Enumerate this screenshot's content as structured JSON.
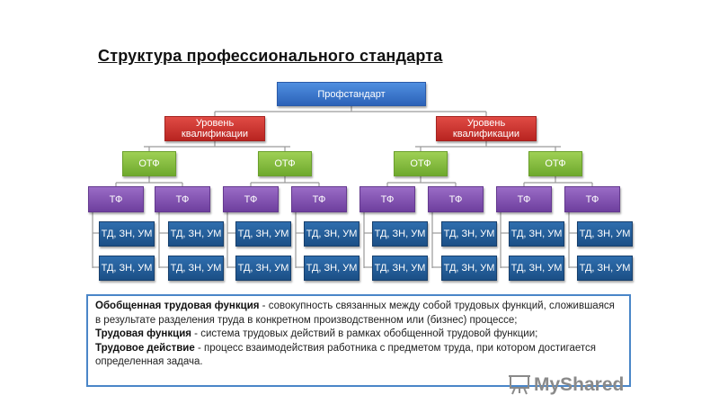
{
  "title": "Структура профессионального стандарта",
  "tree": {
    "root": "Профстандарт",
    "levels": [
      {
        "label": "Уровень квалификации",
        "otfs": [
          {
            "label": "ОТФ",
            "tfs": [
              {
                "label": "ТФ",
                "leaves": [
                  "ТД, ЗН, УМ",
                  "ТД, ЗН, УМ"
                ]
              },
              {
                "label": "ТФ",
                "leaves": [
                  "ТД, ЗН, УМ",
                  "ТД, ЗН, УМ"
                ]
              }
            ]
          },
          {
            "label": "ОТФ",
            "tfs": [
              {
                "label": "ТФ",
                "leaves": [
                  "ТД, ЗН, УМ",
                  "ТД, ЗН, УМ"
                ]
              },
              {
                "label": "ТФ",
                "leaves": [
                  "ТД, ЗН, УМ",
                  "ТД, ЗН, УМ"
                ]
              }
            ]
          }
        ]
      },
      {
        "label": "Уровень квалификации",
        "otfs": [
          {
            "label": "ОТФ",
            "tfs": [
              {
                "label": "ТФ",
                "leaves": [
                  "ТД, ЗН, УМ",
                  "ТД, ЗН, УМ"
                ]
              },
              {
                "label": "ТФ",
                "leaves": [
                  "ТД, ЗН, УМ",
                  "ТД, ЗН, УМ"
                ]
              }
            ]
          },
          {
            "label": "ОТФ",
            "tfs": [
              {
                "label": "ТФ",
                "leaves": [
                  "ТД, ЗН, УМ",
                  "ТД, ЗН, УМ"
                ]
              },
              {
                "label": "ТФ",
                "leaves": [
                  "ТД, ЗН, УМ",
                  "ТД, ЗН, УМ"
                ]
              }
            ]
          }
        ]
      }
    ]
  },
  "definitions": [
    {
      "term": "Обобщенная трудовая функция",
      "text": " - совокупность связанных между собой трудовых функций, сложившаяся в результате разделения труда в конкретном производственном или (бизнес) процессе;"
    },
    {
      "term": "Трудовая функция",
      "text": " - система трудовых действий в рамках обобщенной трудовой функции;"
    },
    {
      "term": "Трудовое действие",
      "text": " - процесс взаимодействия работника с предметом труда, при котором достигается определенная задача."
    }
  ],
  "watermark": "MyShared",
  "colors": {
    "root": "#3a78cc",
    "level": "#c8322c",
    "otf": "#86be3e",
    "tf": "#8452b4",
    "leaf": "#25609c",
    "connector": "#9a9a9a",
    "definitions_border": "#4a86c8"
  }
}
